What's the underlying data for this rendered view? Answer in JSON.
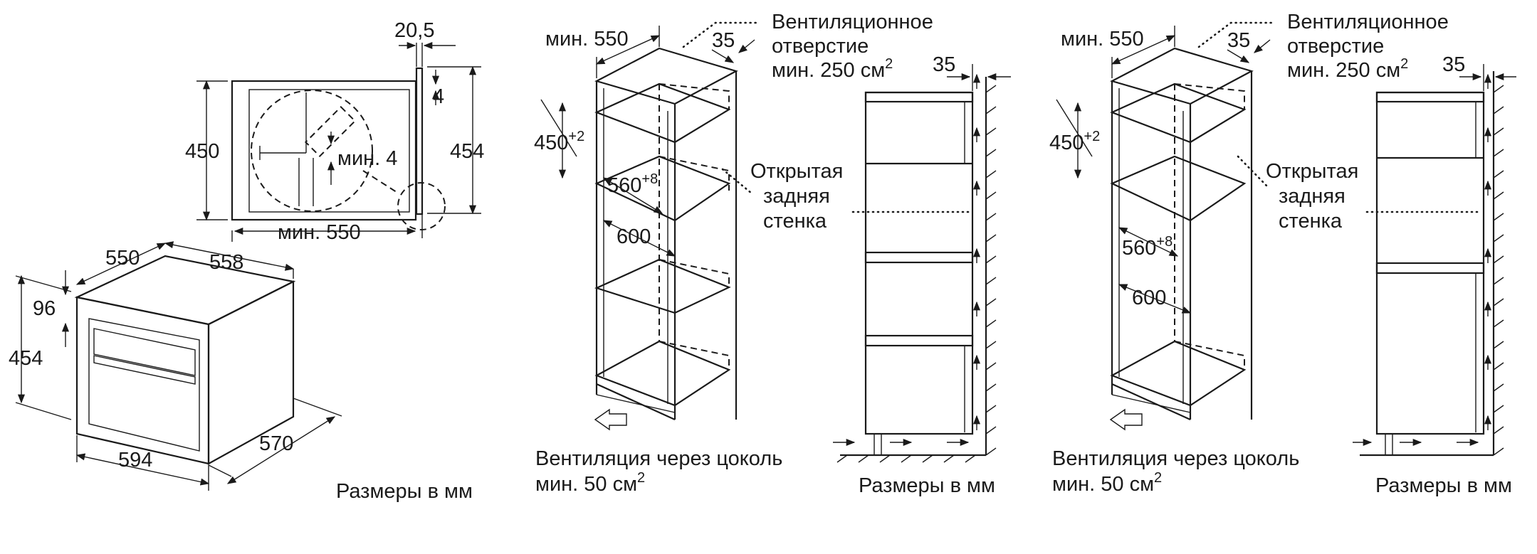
{
  "diagram": {
    "oven": {
      "dim_20_5": "20,5",
      "dim_4": "4",
      "dim_450": "450",
      "dim_454_side": "454",
      "dim_min4": "мин. 4",
      "dim_min550": "мин. 550",
      "dim_550": "550",
      "dim_558": "558",
      "dim_96": "96",
      "dim_454_front": "454",
      "dim_594": "594",
      "dim_570": "570",
      "units_note": "Размеры в мм"
    },
    "cabinet1": {
      "min550": "мин. 550",
      "dim_35_top": "35",
      "vent_line1": "Вентиляционное",
      "vent_line2": "отверстие",
      "vent_line3": "мин. 250 см",
      "vent_sup": "2",
      "dim_450": "450",
      "dim_450_sup": "+2",
      "dim_560": "560",
      "dim_560_sup": "+8",
      "dim_600": "600",
      "open_line1": "Открытая",
      "open_line2": "задняя",
      "open_line3": "стенка",
      "dim_35_side": "35",
      "plinth_line1": "Вентиляция через цоколь",
      "plinth_line2": "мин. 50 см",
      "plinth_sup": "2",
      "units_note": "Размеры в мм"
    },
    "cabinet2": {
      "min550": "мин. 550",
      "dim_35_top": "35",
      "vent_line1": "Вентиляционное",
      "vent_line2": "отверстие",
      "vent_line3": "мин. 250 см",
      "vent_sup": "2",
      "dim_450": "450",
      "dim_450_sup": "+2",
      "dim_560": "560",
      "dim_560_sup": "+8",
      "dim_600": "600",
      "open_line1": "Открытая",
      "open_line2": "задняя",
      "open_line3": "стенка",
      "dim_35_side": "35",
      "plinth_line1": "Вентиляция через цоколь",
      "plinth_line2": "мин. 50 см",
      "plinth_sup": "2",
      "units_note": "Размеры в мм"
    }
  }
}
